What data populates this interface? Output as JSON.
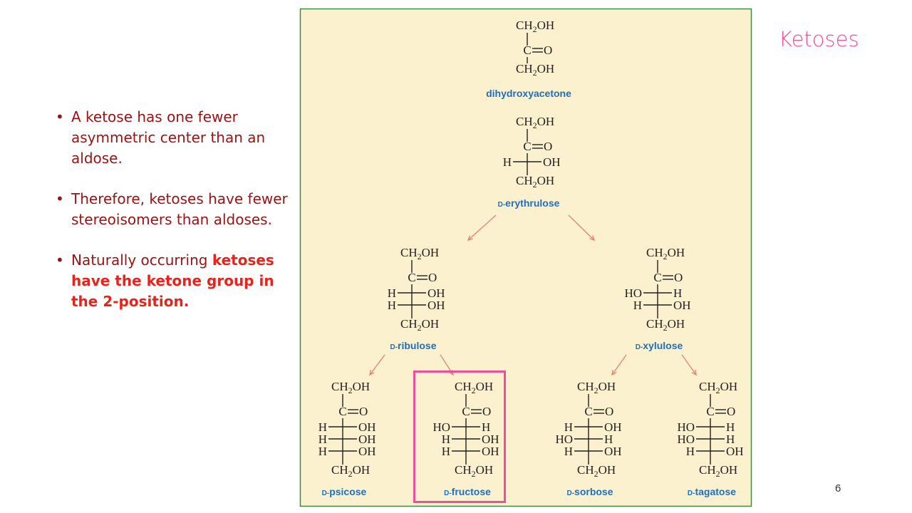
{
  "slide": {
    "title": "Ketoses",
    "page_number": "6",
    "bullets": [
      {
        "text": "A ketose has one fewer asymmetric center than an aldose."
      },
      {
        "text": "Therefore, ketoses have fewer stereoisomers than aldoses."
      },
      {
        "text": "Naturally occurring ",
        "highlight": "ketoses have the ketone group in the 2-position."
      }
    ]
  },
  "figure": {
    "formula": {
      "ch2oh_main": "CH",
      "ch2oh_sub": "2",
      "ch2oh_tail": "OH",
      "carbonyl_c": "C",
      "carbonyl_o": "O",
      "h": "H",
      "oh": "OH",
      "ho": "HO"
    },
    "prefix": "D-",
    "names": {
      "dihydroxyacetone": "dihydroxyacetone",
      "erythrulose": "erythrulose",
      "ribulose": "ribulose",
      "xylulose": "xylulose",
      "psicose": "psicose",
      "fructose": "fructose",
      "sorbose": "sorbose",
      "tagatose": "tagatose"
    },
    "highlighted": "fructose"
  },
  "colors": {
    "title": "#f0509a",
    "bullet_text": "#9a1212",
    "highlight_text": "#e8231b",
    "figure_bg": "#fbf1ce",
    "figure_border": "#3d8b3d",
    "name_text": "#1e6fc0",
    "arrow": "#e8826f",
    "highlight_box": "#ee4f9d"
  }
}
